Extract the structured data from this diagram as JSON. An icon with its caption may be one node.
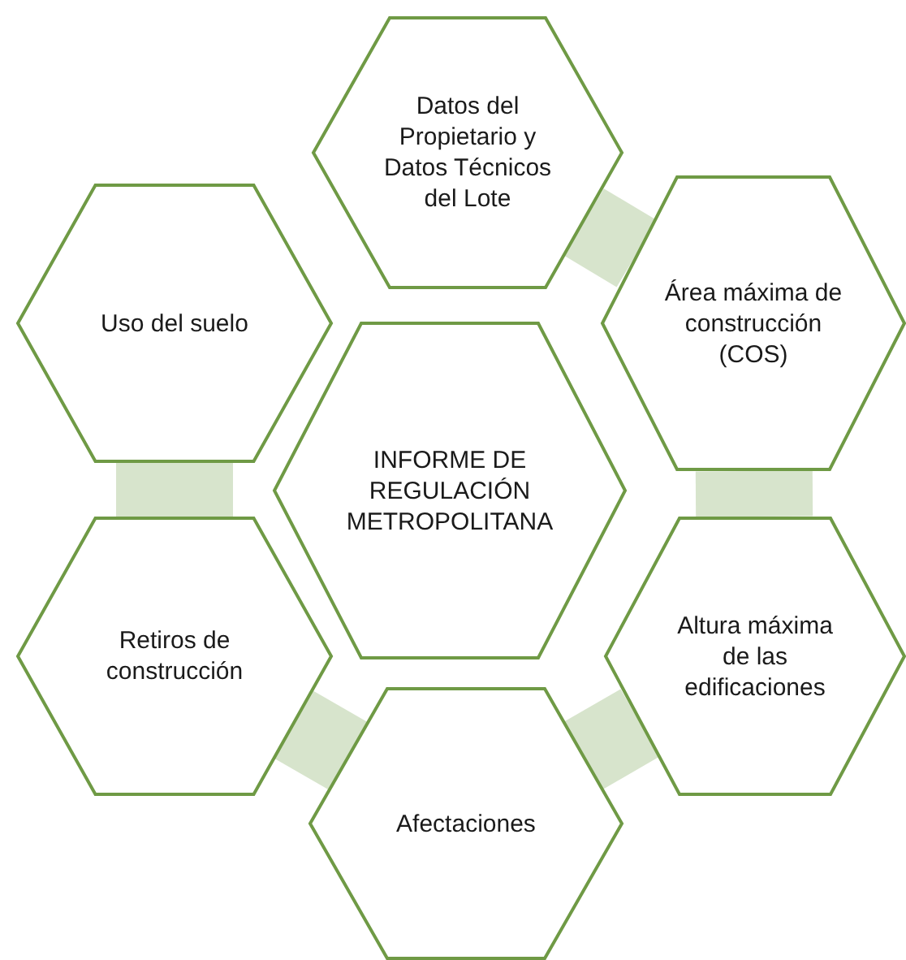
{
  "diagram": {
    "nodes": [
      {
        "text": [
          "Datos del Propietario y Datos Técnicos del Lote"
        ]
      },
      {
        "text": [
          "Área máxima de construcción (COS)"
        ]
      },
      {
        "text": [
          "Altura máxima de las edificaciones"
        ]
      },
      {
        "text": [
          "Afectaciones"
        ]
      },
      {
        "text": [
          "Retiros de construcción"
        ]
      },
      {
        "text": [
          "Uso del suelo"
        ]
      },
      {
        "text": [
          "INFORME DE REGULACIÓN METROPOLITANA"
        ]
      }
    ],
    "edges": [
      {
        "from": 0,
        "to": 1,
        "arrow": "none"
      },
      {
        "from": 1,
        "to": 2,
        "arrow": "none"
      },
      {
        "from": 2,
        "to": 3,
        "arrow": "none"
      },
      {
        "from": 3,
        "to": 4,
        "arrow": "none"
      },
      {
        "from": 4,
        "to": 5,
        "arrow": "none"
      }
    ]
  }
}
